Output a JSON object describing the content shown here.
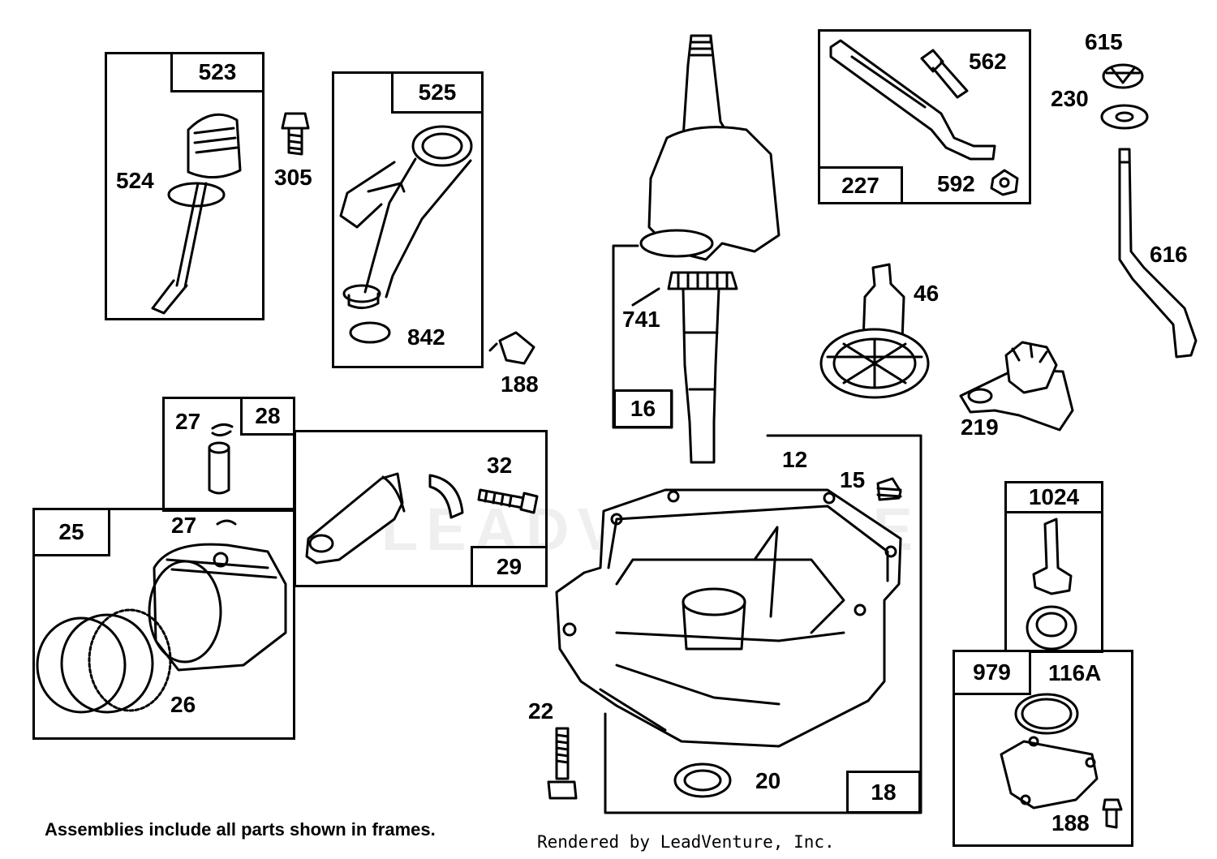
{
  "diagram": {
    "note": "Assemblies include all parts shown in frames.",
    "credit": "Rendered by LeadVenture, Inc.",
    "watermark": "LEADVENTURE",
    "frames": {
      "f523": "523",
      "f525": "525",
      "f227": "227",
      "f16": "16",
      "f28": "28",
      "f29": "29",
      "f25": "25",
      "f18": "18",
      "f1024": "1024",
      "f979": "979"
    },
    "parts": {
      "p524": "524",
      "p305": "305",
      "p842": "842",
      "p188a": "188",
      "p562": "562",
      "p592": "592",
      "p615": "615",
      "p230": "230",
      "p616": "616",
      "p741": "741",
      "p46": "46",
      "p219": "219",
      "p27a": "27",
      "p27b": "27",
      "p32": "32",
      "p26": "26",
      "p12": "12",
      "p15": "15",
      "p22": "22",
      "p20": "20",
      "p116a": "116A",
      "p188b": "188"
    }
  }
}
